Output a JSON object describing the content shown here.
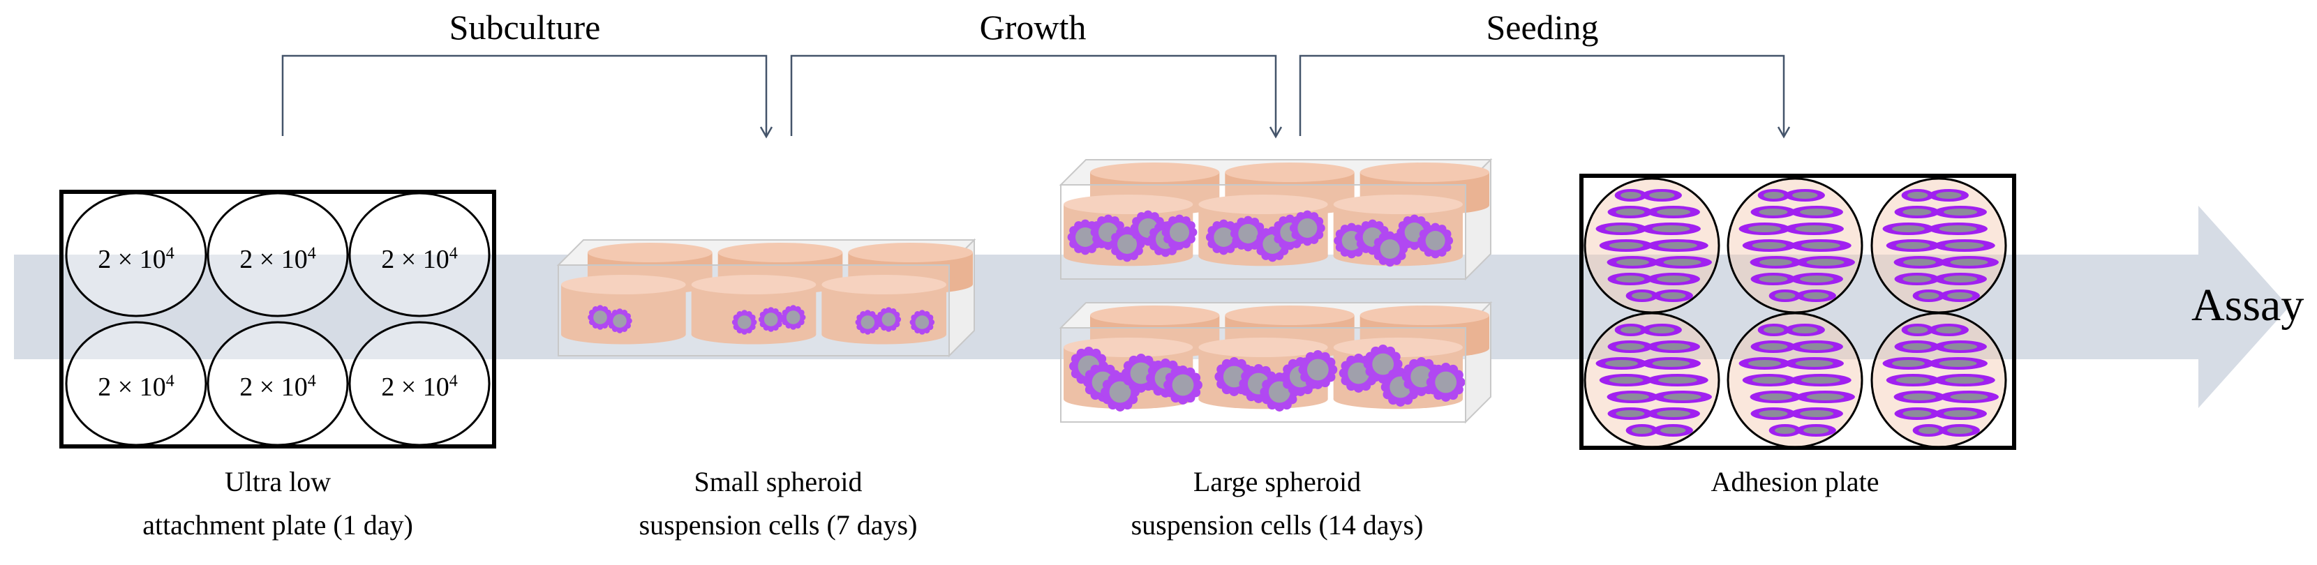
{
  "steps": {
    "subculture": "Subculture",
    "growth": "Growth",
    "seeding": "Seeding"
  },
  "captions": {
    "ultra_low_line1": "Ultra low",
    "ultra_low_line2": "attachment plate (1 day)",
    "small_line1": "Small spheroid",
    "small_line2": "suspension cells (7 days)",
    "large_line1": "Large spheroid",
    "large_line2": "suspension cells (14 days)",
    "adhesion": "Adhesion plate"
  },
  "assay_label": "Assay",
  "wells": [
    {
      "base": "2 × 10",
      "exp": "4"
    },
    {
      "base": "2 × 10",
      "exp": "4"
    },
    {
      "base": "2 × 10",
      "exp": "4"
    },
    {
      "base": "2 × 10",
      "exp": "4"
    },
    {
      "base": "2 × 10",
      "exp": "4"
    },
    {
      "base": "2 × 10",
      "exp": "4"
    }
  ],
  "colors": {
    "arrow": "#d6dce5",
    "well_pink": "#f4c9b1",
    "well_pink_dark": "#eab393",
    "cell_purple": "#a020f0",
    "cell_core": "#8c8c9a",
    "connector": "#44546a"
  }
}
